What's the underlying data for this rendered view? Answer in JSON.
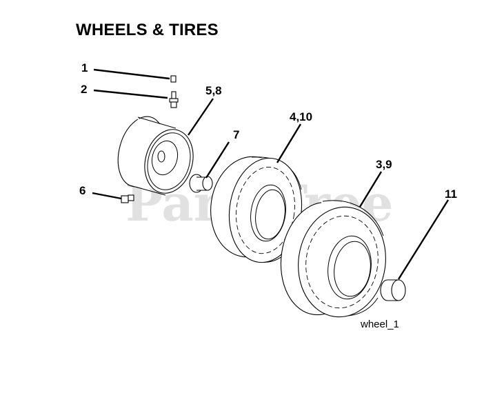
{
  "title": "WHEELS & TIRES",
  "figure_id": "wheel_1",
  "watermark": "PartsTree",
  "callouts": {
    "valve_cap": "1",
    "valve_stem": "2",
    "rim": "5,8",
    "bushing": "7",
    "tire_4_10": "4,10",
    "tire_3_9": "3,9",
    "hub_cap": "11",
    "bolt": "6"
  }
}
